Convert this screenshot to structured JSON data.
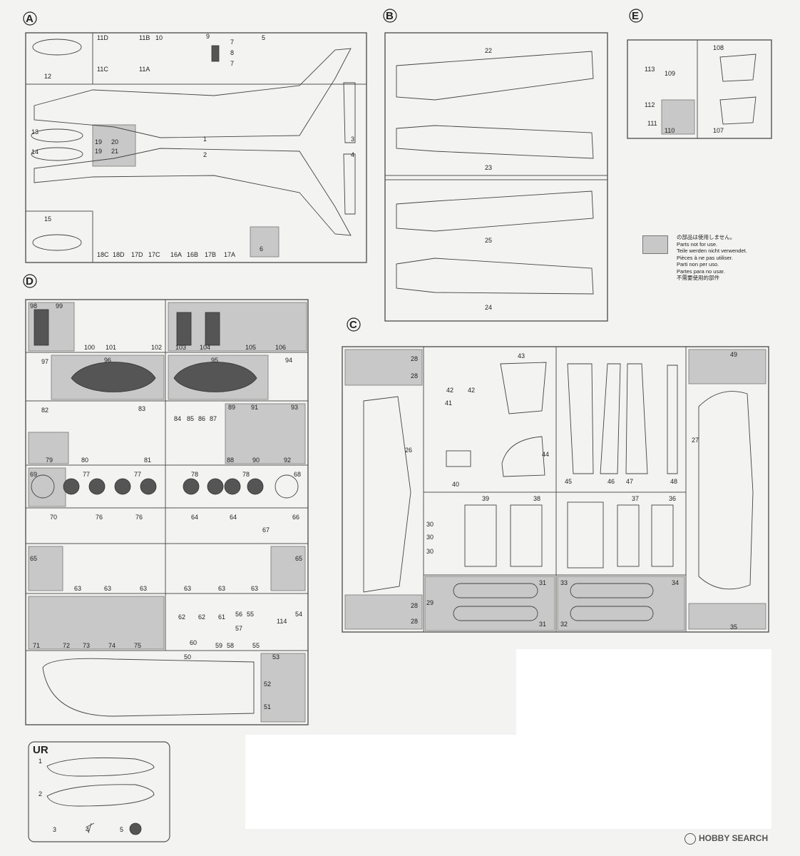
{
  "sprues": {
    "A": {
      "label": "A",
      "parts": [
        "11D",
        "11B",
        "10",
        "9",
        "7",
        "8",
        "7",
        "5",
        "11C",
        "11A",
        "12",
        "13",
        "19",
        "20",
        "19",
        "21",
        "1",
        "3",
        "14",
        "2",
        "4",
        "15",
        "18C",
        "18D",
        "17D",
        "17C",
        "16A",
        "16B",
        "17B",
        "17A",
        "6"
      ]
    },
    "B": {
      "label": "B",
      "parts": [
        "22",
        "23",
        "25",
        "24"
      ]
    },
    "C": {
      "label": "C",
      "parts": [
        "28",
        "28",
        "43",
        "49",
        "42",
        "42",
        "41",
        "26",
        "44",
        "27",
        "40",
        "45",
        "46",
        "47",
        "48",
        "39",
        "38",
        "37",
        "36",
        "30",
        "30",
        "30",
        "31",
        "33",
        "34",
        "29",
        "31",
        "32",
        "28",
        "28",
        "35"
      ]
    },
    "D": {
      "label": "D",
      "parts": [
        "98",
        "99",
        "100",
        "101",
        "102",
        "103",
        "104",
        "105",
        "106",
        "97",
        "96",
        "95",
        "94",
        "82",
        "83",
        "84",
        "85",
        "86",
        "87",
        "89",
        "91",
        "93",
        "79",
        "80",
        "81",
        "88",
        "90",
        "92",
        "69",
        "77",
        "77",
        "78",
        "78",
        "68",
        "70",
        "76",
        "76",
        "64",
        "64",
        "67",
        "66",
        "65",
        "63",
        "63",
        "63",
        "63",
        "65",
        "62",
        "62",
        "61",
        "56",
        "55",
        "54",
        "71",
        "72",
        "73",
        "74",
        "75",
        "60",
        "57",
        "59",
        "58",
        "55",
        "114",
        "50",
        "53",
        "52",
        "51"
      ]
    },
    "E": {
      "label": "E",
      "parts": [
        "108",
        "113",
        "109",
        "112",
        "111",
        "110",
        "107"
      ]
    },
    "UR": {
      "label": "UR",
      "parts": [
        "1",
        "2",
        "3",
        "4",
        "5"
      ]
    }
  },
  "legend": {
    "lines": [
      "の部品は使用しません。",
      "Parts not for use.",
      "Teile werden nicht verwendet.",
      "Pièces à ne pas utiliser.",
      "Parti non per uso.",
      "Partes para no usar.",
      "不需要使用的部件"
    ],
    "unused_color": "#c8c8c8"
  },
  "watermark": {
    "text": "HOBBY SEARCH"
  }
}
